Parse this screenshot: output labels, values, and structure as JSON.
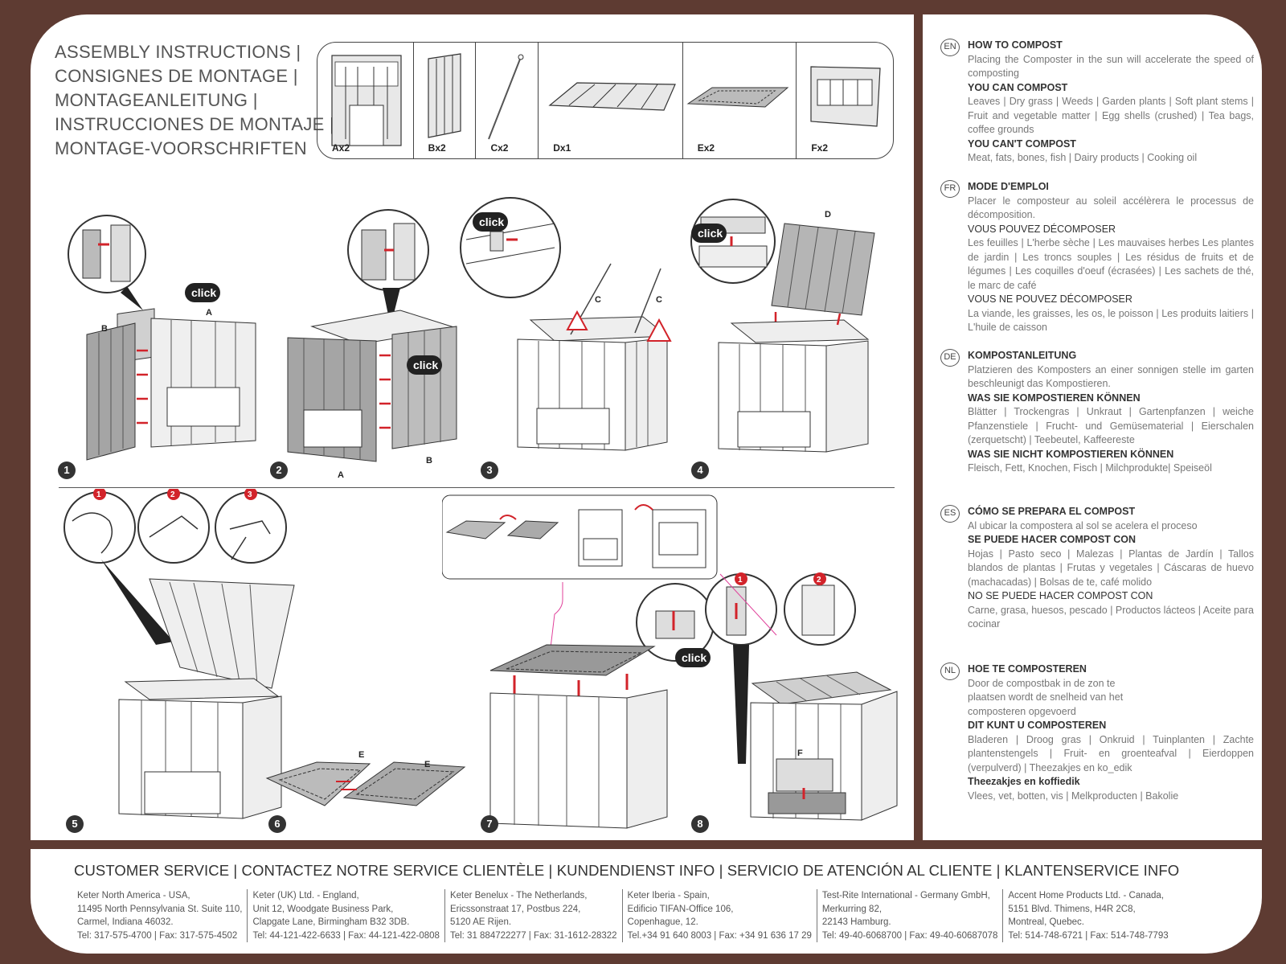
{
  "title_lines": [
    "ASSEMBLY INSTRUCTIONS |",
    "CONSIGNES DE MONTAGE |",
    "MONTAGEANLEITUNG |",
    "INSTRUCCIONES DE MONTAJE |",
    "MONTAGE-VOORSCHRIFTEN"
  ],
  "parts": [
    {
      "label": "Ax2",
      "icon": "wall-panel-with-door-icon"
    },
    {
      "label": "Bx2",
      "icon": "side-panel-icon"
    },
    {
      "label": "Cx2",
      "icon": "rod-icon"
    },
    {
      "label": "Dx1",
      "icon": "lid-icon"
    },
    {
      "label": "Ex2",
      "icon": "base-plate-icon"
    },
    {
      "label": "Fx2",
      "icon": "hatch-door-icon"
    }
  ],
  "steps": {
    "s1": "1",
    "s2": "2",
    "s3": "3",
    "s4": "4",
    "s5": "5",
    "s6": "6",
    "s7": "7",
    "s8": "8",
    "click": "click",
    "labels": {
      "A": "A",
      "B": "B",
      "C": "C",
      "D": "D",
      "E": "E",
      "F": "F"
    },
    "sub": {
      "one": "1",
      "two": "2",
      "three": "3"
    }
  },
  "languages": [
    {
      "code": "EN",
      "heading": "HOW TO COMPOST",
      "intro": "Placing the Composter in the sun will accelerate the speed of composting",
      "can_h": "YOU CAN COMPOST",
      "can": "Leaves | Dry grass | Weeds | Garden plants | Soft plant stems | Fruit and vegetable matter | Egg shells (crushed) | Tea bags, coffee grounds",
      "cant_h": "YOU CAN'T COMPOST",
      "cant": "Meat, fats, bones, fish | Dairy products | Cooking oil"
    },
    {
      "code": "FR",
      "heading": "MODE D'EMPLOI",
      "intro": "Placer le composteur au soleil accélèrera le processus de décomposition.",
      "can_h": "VOUS POUVEZ DÉCOMPOSER",
      "can": "Les feuilles | L'herbe sèche | Les mauvaises herbes Les plantes de jardin | Les troncs souples | Les résidus de fruits et de légumes | Les coquilles d'oeuf (écrasées) | Les sachets de thé, le marc de café",
      "cant_h": "VOUS NE POUVEZ DÉCOMPOSER",
      "cant": "La viande, les graisses, les os, le poisson | Les produits laitiers | L'huile de caisson"
    },
    {
      "code": "DE",
      "heading": "KOMPOSTANLEITUNG",
      "intro": "Platzieren des Komposters an einer sonnigen stelle im garten beschleunigt das Kompostieren.",
      "can_h": "WAS SIE KOMPOSTIEREN KÖNNEN",
      "can": "Blätter | Trockengras | Unkraut | Gartenpfanzen | weiche Pfanzenstiele | Frucht- und Gemüsematerial | Eierschalen (zerquetscht) | Teebeutel, Kaffeereste",
      "cant_h": "WAS SIE NICHT KOMPOSTIEREN KÖNNEN",
      "cant": "Fleisch, Fett, Knochen, Fisch | Milchprodukte| Speiseöl"
    },
    {
      "code": "ES",
      "heading": "CÓMO SE PREPARA EL COMPOST",
      "intro": "Al ubicar la compostera al sol se acelera el proceso",
      "can_h": "SE PUEDE HACER COMPOST CON",
      "can": "Hojas | Pasto seco | Malezas | Plantas de Jardín | Tallos blandos de plantas | Frutas y vegetales | Cáscaras de huevo (machacadas) | Bolsas de te, café molido",
      "cant_h": "NO SE PUEDE HACER COMPOST CON",
      "cant": "Carne, grasa, huesos, pescado | Productos lácteos | Aceite para cocinar"
    },
    {
      "code": "NL",
      "heading": "HOE TE COMPOSTEREN",
      "intro": "Door de compostbak in de zon te plaatsen wordt de snelheid van het composteren opgevoerd",
      "can_h": "DIT KUNT U COMPOSTEREN",
      "can": "Bladeren | Droog gras | Onkruid | Tuinplanten | Zachte plantenstengels | Fruit- en groenteafval | Eierdoppen (verpulverd) | Theezakjes en ko_edik",
      "cant_h": "Theezakjes en koffiedik",
      "cant": "Vlees, vet, botten, vis | Melkproducten | Bakolie"
    }
  ],
  "footer": {
    "heading": "CUSTOMER SERVICE | CONTACTEZ NOTRE SERVICE CLIENTÈLE | KUNDENDIENST INFO | SERVICIO DE ATENCIÓN AL CLIENTE | KLANTENSERVICE INFO",
    "contacts": [
      [
        "Keter North America - USA,",
        "11495 North Pennsylvania St. Suite 110,",
        "Carmel, Indiana 46032.",
        "Tel: 317-575-4700 | Fax: 317-575-4502"
      ],
      [
        "Keter (UK) Ltd. - England,",
        "Unit 12, Woodgate Business Park,",
        "Clapgate Lane, Birmingham B32 3DB.",
        "Tel: 44-121-422-6633 | Fax: 44-121-422-0808"
      ],
      [
        "Keter Benelux - The Netherlands,",
        "Ericssonstraat 17, Postbus 224,",
        "5120 AE Rijen.",
        "Tel: 31 884722277 | Fax: 31-1612-28322"
      ],
      [
        "Keter Iberia - Spain,",
        "Edificio TIFAN-Office 106,",
        "Copenhague, 12.",
        "Tel.+34 91 640 8003 | Fax: +34 91 636 17 29"
      ],
      [
        "Test-Rite International - Germany GmbH,",
        "Merkurring 82,",
        "22143 Hamburg.",
        "Tel: 49-40-6068700 | Fax: 49-40-60687078"
      ],
      [
        "Accent Home Products Ltd. - Canada,",
        "5151 Blvd. Thimens, H4R 2C8,",
        "Montreal, Quebec.",
        "Tel: 514-748-6721 | Fax: 514-748-7793"
      ]
    ]
  },
  "colors": {
    "background": "#5e3b32",
    "accent_red": "#d2232a",
    "pink_guide": "#e0409a",
    "panel_gray": "#9a9a9a"
  }
}
